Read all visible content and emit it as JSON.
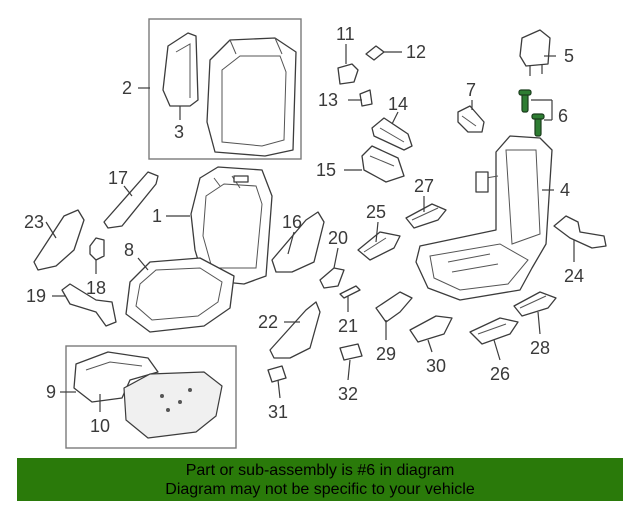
{
  "callouts": [
    "1",
    "2",
    "3",
    "4",
    "5",
    "6",
    "7",
    "8",
    "9",
    "10",
    "11",
    "12",
    "13",
    "14",
    "15",
    "16",
    "17",
    "18",
    "19",
    "20",
    "21",
    "22",
    "23",
    "24",
    "25",
    "26",
    "27",
    "28",
    "29",
    "30",
    "31",
    "32"
  ],
  "banner": {
    "line1": "Part or sub-assembly is #6 in diagram",
    "line2": "Diagram may not be specific to your vehicle",
    "color": "#2a7a0a"
  },
  "highlight_color": "#2e7d32"
}
